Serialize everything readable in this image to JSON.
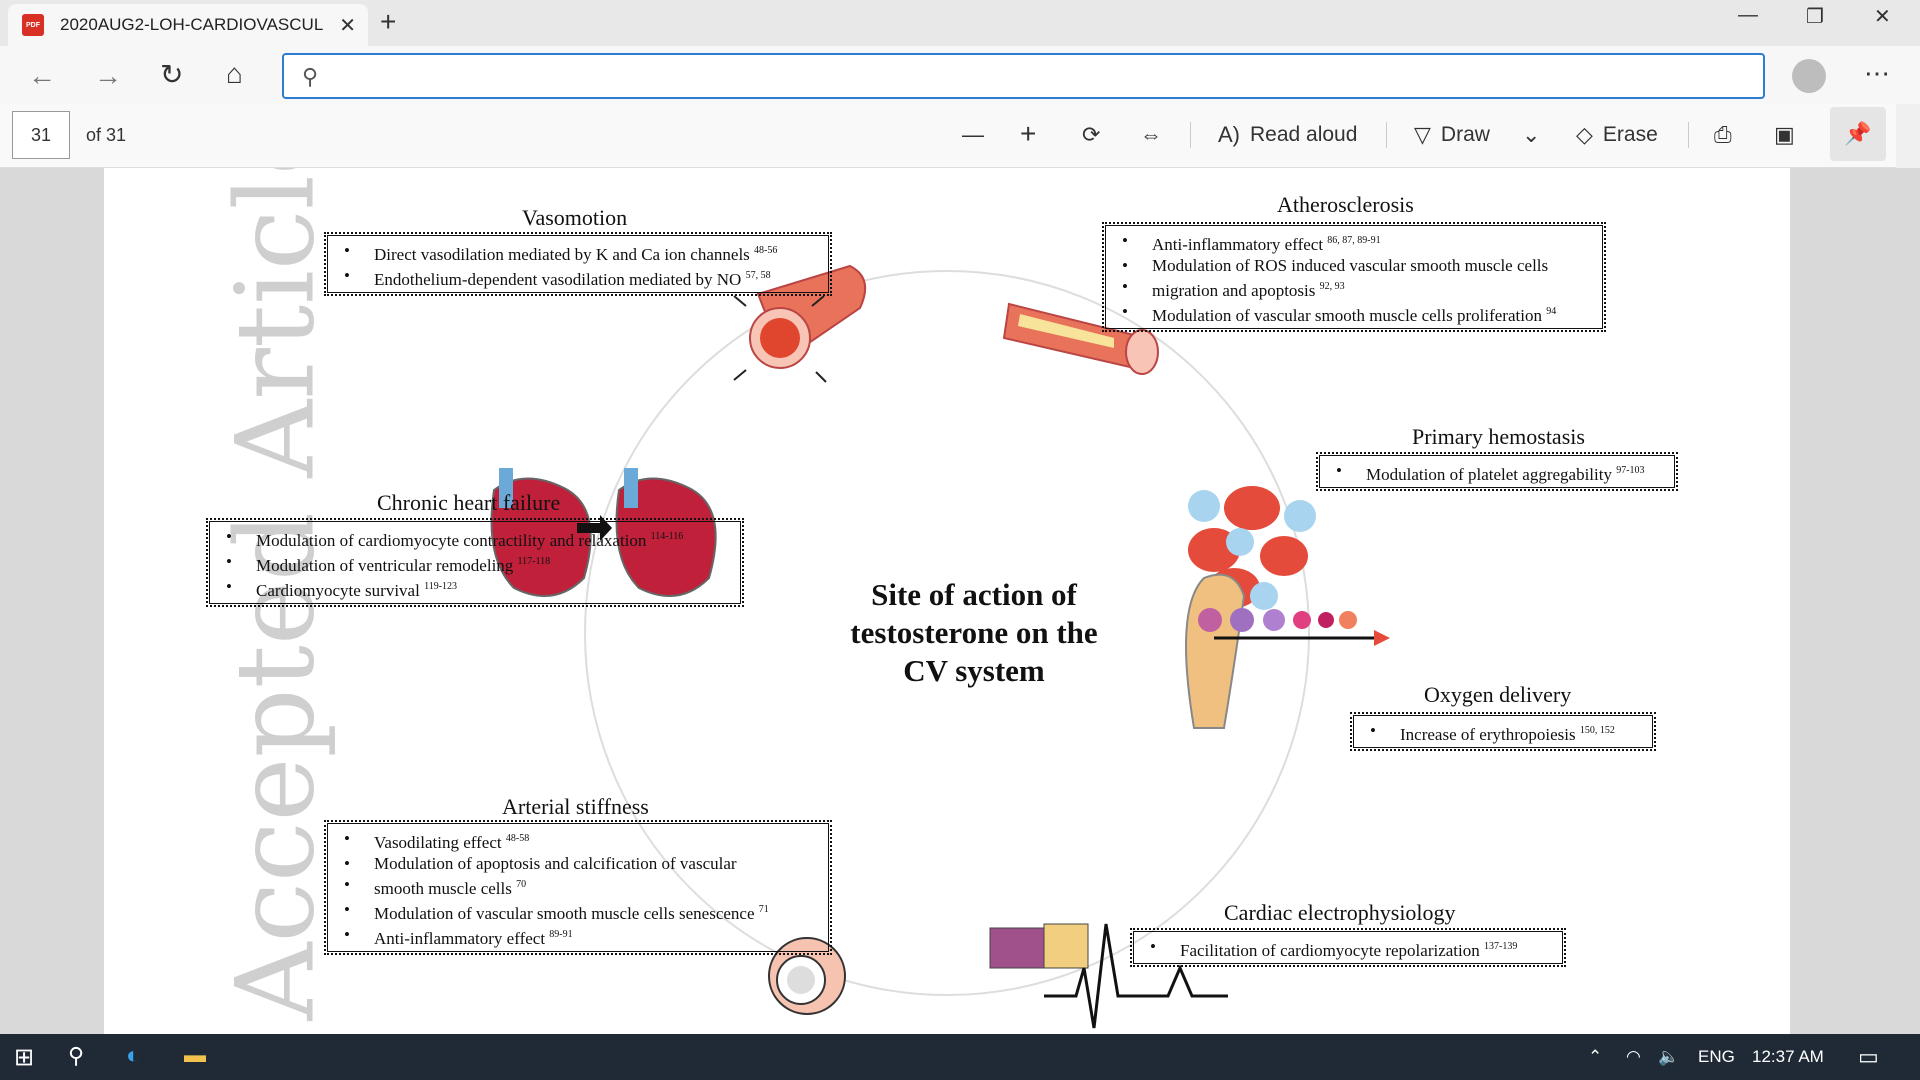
{
  "tab": {
    "title": "2020AUG2-LOH-CARDIOVASCUL",
    "pdf_badge": "PDF"
  },
  "toolbar": {
    "page_current": "31",
    "page_total": "of 31",
    "read_aloud": "Read aloud",
    "draw": "Draw",
    "erase": "Erase"
  },
  "figure": {
    "watermark": "Accepted Article",
    "center_title": [
      "Site of action of",
      "testosterone on the",
      "CV system"
    ],
    "vasomotion": {
      "title": "Vasomotion",
      "items": [
        [
          "Direct vasodilation mediated by K and Ca ion channels",
          "48-56"
        ],
        [
          "Endothelium-dependent vasodilation mediated by NO",
          "57, 58"
        ]
      ]
    },
    "atherosclerosis": {
      "title": "Atherosclerosis",
      "items": [
        [
          "Anti-inflammatory effect",
          "86, 87, 89-91"
        ],
        [
          "Modulation of ROS induced vascular smooth muscle cells",
          ""
        ],
        [
          "migration and apoptosis",
          "92, 93"
        ],
        [
          "Modulation of vascular smooth muscle cells proliferation",
          "94"
        ]
      ]
    },
    "hemostasis": {
      "title": "Primary hemostasis",
      "items": [
        [
          "Modulation of platelet aggregability",
          "97-103"
        ]
      ]
    },
    "heart_failure": {
      "title": "Chronic heart failure",
      "items": [
        [
          "Modulation of cardiomyocyte contractility and relaxation",
          "114-116"
        ],
        [
          "Modulation of ventricular remodeling",
          "117-118"
        ],
        [
          "Cardiomyocyte survival",
          "119-123"
        ]
      ]
    },
    "oxygen": {
      "title": "Oxygen delivery",
      "items": [
        [
          "Increase of erythropoiesis",
          "150, 152"
        ]
      ]
    },
    "stiffness": {
      "title": "Arterial stiffness",
      "items": [
        [
          "Vasodilating effect",
          "48-58"
        ],
        [
          "Modulation of apoptosis and calcification of vascular",
          ""
        ],
        [
          "smooth muscle cells",
          "70"
        ],
        [
          "Modulation of vascular smooth muscle cells senescence",
          "71"
        ],
        [
          "Anti-inflammatory effect",
          "89-91"
        ]
      ]
    },
    "electro": {
      "title": "Cardiac electrophysiology",
      "items": [
        [
          "Facilitation of cardiomyocyte repolarization",
          "137-139"
        ]
      ]
    }
  },
  "taskbar": {
    "lang": "ENG",
    "time": "12:37 AM"
  },
  "colors": {
    "accent": "#2b7cd3",
    "artery": "#e8735a",
    "taskbar": "#1f2a36"
  }
}
